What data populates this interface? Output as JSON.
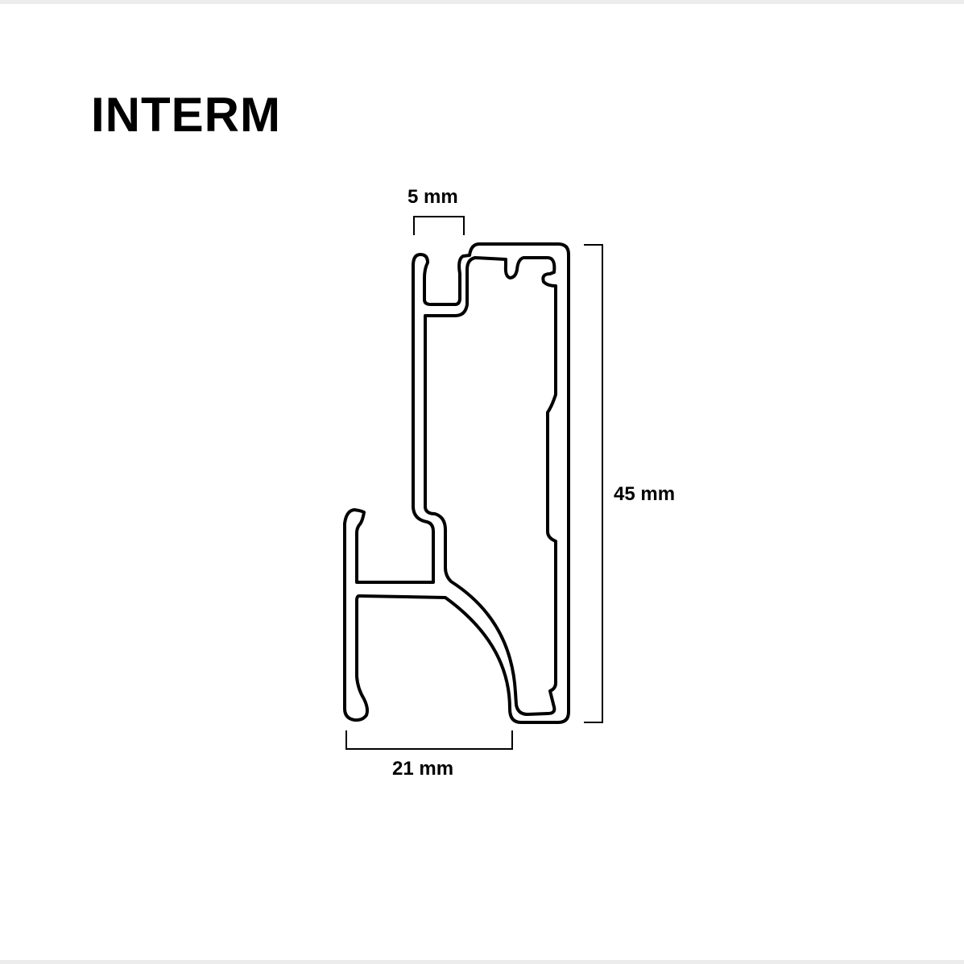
{
  "title": "INTERM",
  "dimensions": {
    "top_width": "5 mm",
    "height": "45 mm",
    "bottom_width": "21 mm"
  },
  "colors": {
    "stroke": "#000000",
    "background": "#ffffff",
    "border": "#ececec"
  }
}
